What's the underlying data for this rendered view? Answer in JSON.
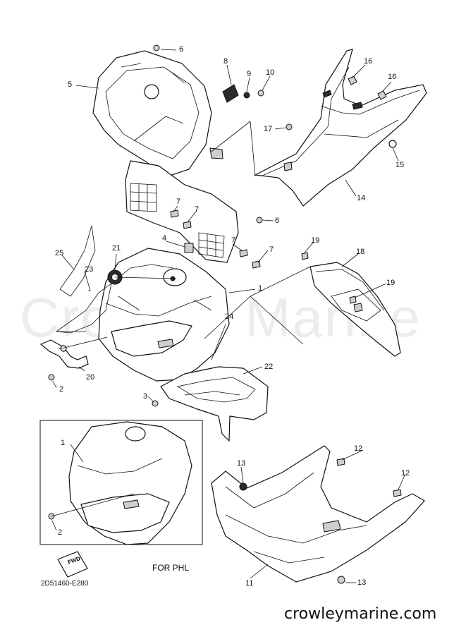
{
  "watermark": "Crowley Marine",
  "diagram_code": "2D51460-E280",
  "inset_caption": "FOR PHL",
  "fwd_label": "FWD",
  "website": "crowleymarine.com",
  "callouts": [
    {
      "id": "c6a",
      "text": "6"
    },
    {
      "id": "c5",
      "text": "5"
    },
    {
      "id": "c8",
      "text": "8"
    },
    {
      "id": "c9",
      "text": "9"
    },
    {
      "id": "c10",
      "text": "10"
    },
    {
      "id": "c16a",
      "text": "16"
    },
    {
      "id": "c16b",
      "text": "16"
    },
    {
      "id": "c17",
      "text": "17"
    },
    {
      "id": "c15",
      "text": "15"
    },
    {
      "id": "c14",
      "text": "14"
    },
    {
      "id": "c7a",
      "text": "7"
    },
    {
      "id": "c7b",
      "text": "7"
    },
    {
      "id": "c6b",
      "text": "6"
    },
    {
      "id": "c4",
      "text": "4"
    },
    {
      "id": "c21",
      "text": "21"
    },
    {
      "id": "c7c",
      "text": "7"
    },
    {
      "id": "c7d",
      "text": "7"
    },
    {
      "id": "c19a",
      "text": "19"
    },
    {
      "id": "c18",
      "text": "18"
    },
    {
      "id": "c25",
      "text": "25"
    },
    {
      "id": "c23",
      "text": "23"
    },
    {
      "id": "c1a",
      "text": "1"
    },
    {
      "id": "c19b",
      "text": "19"
    },
    {
      "id": "c24",
      "text": "24"
    },
    {
      "id": "c20",
      "text": "20"
    },
    {
      "id": "c22",
      "text": "22"
    },
    {
      "id": "c2a",
      "text": "2"
    },
    {
      "id": "c3",
      "text": "3"
    },
    {
      "id": "c1b",
      "text": "1"
    },
    {
      "id": "c12a",
      "text": "12"
    },
    {
      "id": "c13a",
      "text": "13"
    },
    {
      "id": "c12b",
      "text": "12"
    },
    {
      "id": "c2b",
      "text": "2"
    },
    {
      "id": "c11",
      "text": "11"
    },
    {
      "id": "c13b",
      "text": "13"
    }
  ]
}
